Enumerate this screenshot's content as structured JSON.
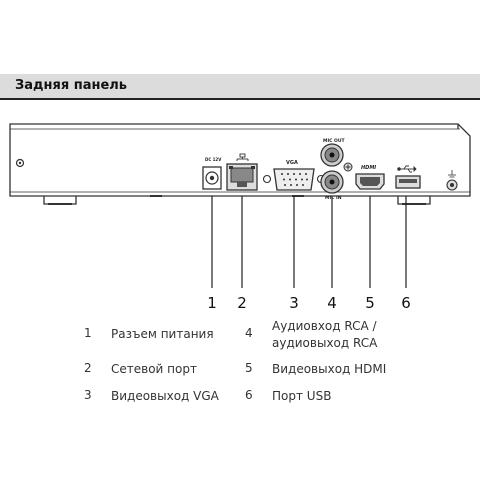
{
  "header": {
    "title": "Задняя панель"
  },
  "port_labels": {
    "dc": "DC 12V",
    "lan": "LAN",
    "vga": "VGA",
    "mic_out": "MIC OUT",
    "mic_in": "MIC IN",
    "hdmi": "HDMI"
  },
  "callouts": [
    "1",
    "2",
    "3",
    "4",
    "5",
    "6"
  ],
  "legend": [
    {
      "num": "1",
      "text": "Разъем питания"
    },
    {
      "num": "2",
      "text": "Сетевой порт"
    },
    {
      "num": "3",
      "text": "Видеовыход VGA"
    },
    {
      "num": "4",
      "text": "Аудиовход RCA / аудиовыход RCA"
    },
    {
      "num": "5",
      "text": "Видеовыход HDMI"
    },
    {
      "num": "6",
      "text": "Порт USB"
    }
  ]
}
